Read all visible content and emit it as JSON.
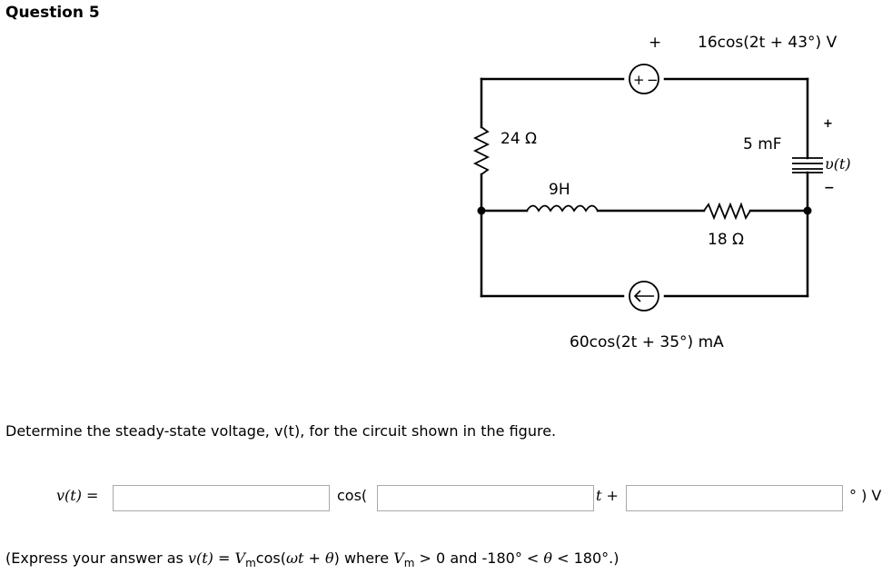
{
  "question": {
    "title": "Question 5"
  },
  "circuit": {
    "voltage_source_label": "16cos(2t + 43°) V",
    "voltage_source_plus": "+",
    "source_polarity_plus": "+",
    "source_polarity_minus": "−",
    "resistor_left_label": "24 Ω",
    "inductor_label": "9H",
    "resistor_middle_label": "18 Ω",
    "capacitor_label": "5 mF",
    "output_plus": "+",
    "output_minus": "−",
    "output_voltage_label": "υ(t)",
    "current_source_label": "60cos(2t + 35°) mA"
  },
  "problem": {
    "text": "Determine the steady-state voltage, v(t), for the circuit shown in the figure."
  },
  "answer": {
    "vt_label": "v(t) =",
    "cos_open": "cos(",
    "t_plus": "t +",
    "units": "° ) V",
    "amplitude_value": "",
    "omega_value": "",
    "phase_value": ""
  },
  "note": {
    "prefix": "(Express your answer as ",
    "formula_lhs": "v(t)",
    "equals": " = ",
    "vm": "V",
    "vm_sub": "m",
    "cos_part": "cos(",
    "omega_t": "ωt",
    "plus": " + ",
    "theta": "θ",
    "where": ") where ",
    "vm2": "V",
    "vm2_sub": "m",
    "condition": " > 0 and -180° < ",
    "theta2": "θ",
    "condition_end": " < 180°.)"
  }
}
